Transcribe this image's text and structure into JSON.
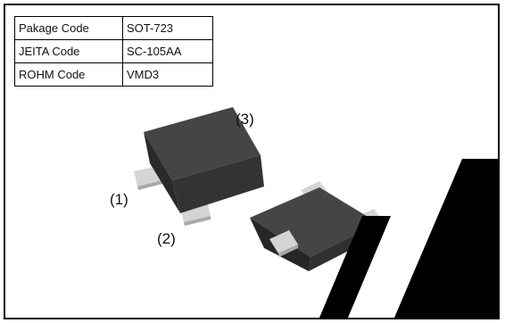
{
  "package_table": {
    "rows": [
      {
        "key": "Pakage Code",
        "value": "SOT-723"
      },
      {
        "key": "JEITA Code",
        "value": "SC-105AA"
      },
      {
        "key": "ROHM Code",
        "value": "VMD3"
      }
    ]
  },
  "pins": {
    "pin1": "(1)",
    "pin2": "(2)",
    "pin3": "(3)"
  },
  "colors": {
    "body_dark": "#2f2f2f",
    "body_top": "#454545",
    "lead": "#d4d4d4",
    "watermark": "#000000"
  }
}
